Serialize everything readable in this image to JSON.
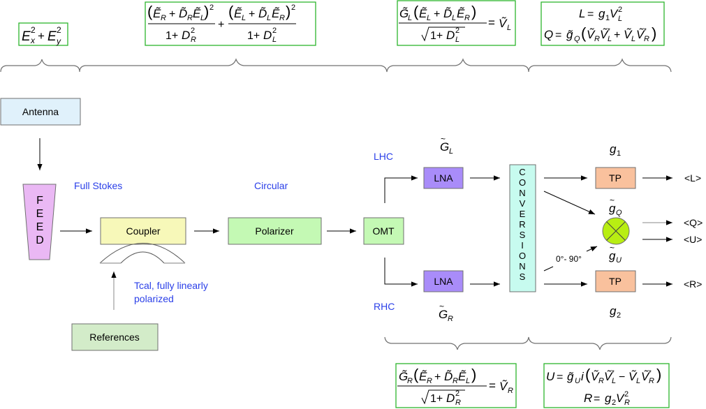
{
  "blocks": {
    "antenna": "Antenna",
    "feed_letters": [
      "F",
      "E",
      "E",
      "D"
    ],
    "coupler": "Coupler",
    "polarizer": "Polarizer",
    "omt": "OMT",
    "lna_left": "LNA",
    "lna_right": "LNA",
    "conversions_letters": [
      "C",
      "O",
      "N",
      "V",
      "E",
      "R",
      "S",
      "I",
      "O",
      "N",
      "S"
    ],
    "tp_top": "TP",
    "tp_bottom": "TP",
    "references": "References"
  },
  "annotations": {
    "full_stokes": "Full Stokes",
    "circular": "Circular",
    "lhc": "LHC",
    "rhc": "RHC",
    "tcal_line1": "Tcal, fully linearly",
    "tcal_line2": "polarized",
    "phase_switch": "0°- 90°"
  },
  "gains": {
    "g_left_symbol": "G",
    "g_left_sub": "L",
    "g_right_symbol": "G",
    "g_right_sub": "R",
    "g1_symbol": "g",
    "g1_sub": "1",
    "g2_symbol": "g",
    "g2_sub": "2",
    "gq_symbol": "g",
    "gq_sub": "Q",
    "gu_symbol": "g",
    "gu_sub": "U"
  },
  "outputs": {
    "L": "<L>",
    "Q": "<Q>",
    "U": "<U>",
    "R": "<R>"
  },
  "equations": {
    "antenna_field": "E_x^2 + E_y^2",
    "full_stokes": "(Ẽ_R + D̃_R Ẽ_L)^2 / (1+D_R^2) + (Ẽ_L + D̃_L Ẽ_R)^2 / (1+D_L^2)",
    "v_left": "G̃_L (Ẽ_L + D̃_L Ẽ_R) / sqrt(1+D_L^2) = Ṽ_L",
    "l_q": [
      "L = g_1 V_L^2",
      "Q = g̃_Q (Ṽ_R Ṽ_L* + Ṽ_L Ṽ_R*)"
    ],
    "v_right": "G̃_R (Ẽ_R + D̃_R Ẽ_L) / sqrt(1+D_R^2) = Ṽ_R",
    "u_r": [
      "U = g̃_U i (Ṽ_R Ṽ_L* − Ṽ_L Ṽ_R*)",
      "R = g_2 V_R^2"
    ]
  },
  "colors": {
    "antenna_fill": "#e0f1fb",
    "feed_fill": "#eab8f4",
    "coupler_fill": "#f7f8b9",
    "polarizer_fill": "#c4f9b4",
    "lna_fill": "#a98cf9",
    "conversions_fill": "#c7fbef",
    "tp_fill": "#f9c19d",
    "mixer_fill": "#b8ee12",
    "references_fill": "#d3ecc9",
    "equation_border": "#2db52d",
    "annotation_blue": "#2a3fe8"
  }
}
